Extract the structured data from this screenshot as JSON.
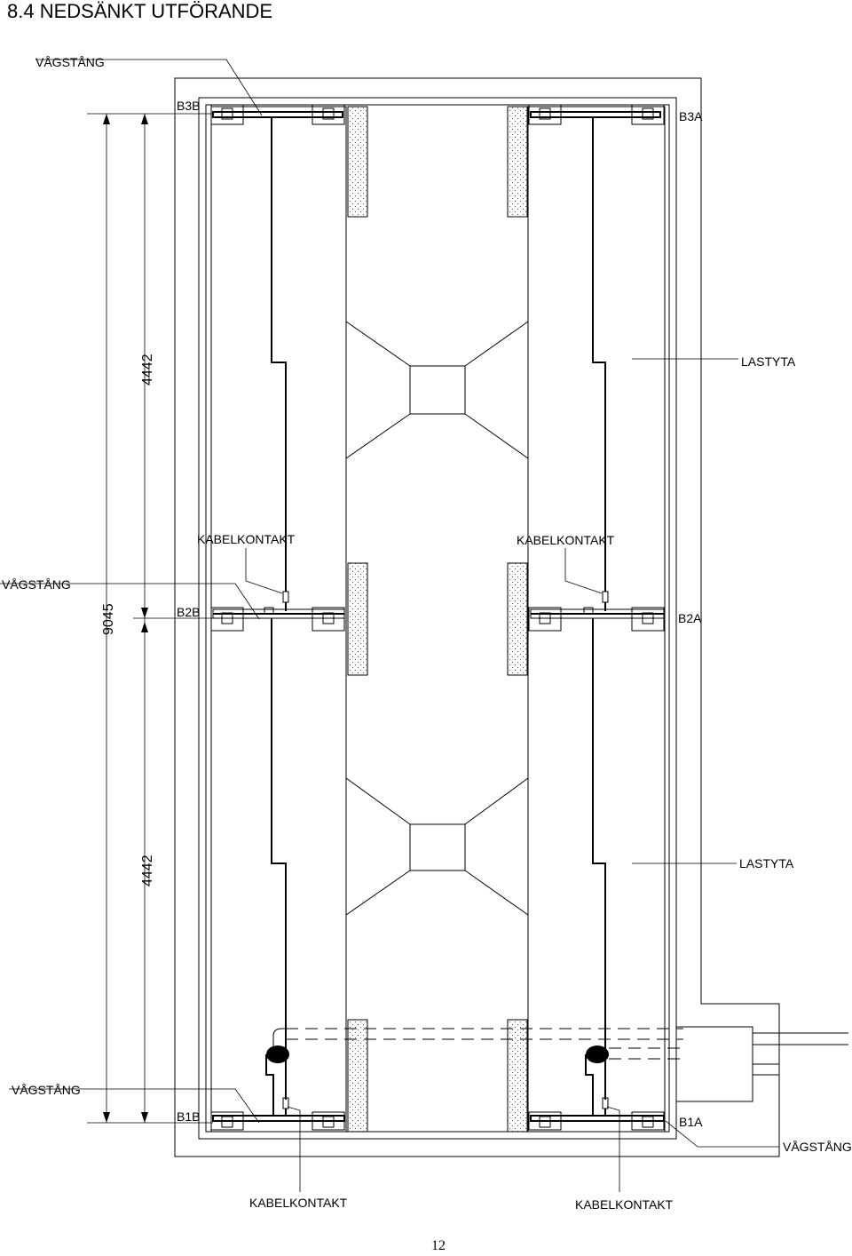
{
  "document": {
    "title": "8.4 NEDSÄNKT UTFÖRANDE",
    "page_number": "12"
  },
  "labels": {
    "vagstang": "VÅGSTÅNG",
    "lastyta": "LASTYTA",
    "kabelkontakt": "KABELKONTAKT",
    "b3b": "B3B",
    "b3a": "B3A",
    "b2b": "B2B",
    "b2a": "B2A",
    "b1b": "B1B",
    "b1a": "B1A"
  },
  "dimensions": {
    "total": "9045",
    "upper_section": "4442",
    "lower_section": "4442"
  }
}
